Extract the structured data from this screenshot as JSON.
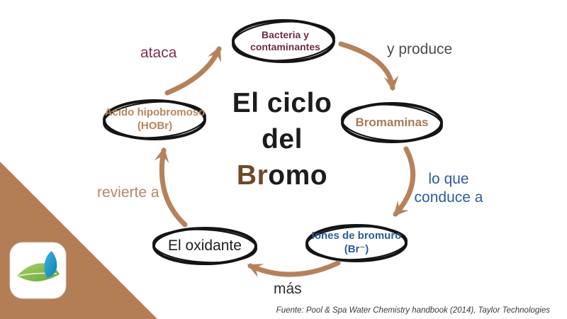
{
  "title": {
    "line1": "El ciclo",
    "line2": "del",
    "line3_accent": "Br",
    "line3_rest": "omo"
  },
  "nodes": {
    "bacteria": {
      "line1": "Bacteria y",
      "line2": "contaminantes",
      "color": "#6d2e4a"
    },
    "bromaminas": {
      "line1": "Bromaminas",
      "color": "#a87b58"
    },
    "iones": {
      "line1": "Iones de bromuro",
      "line2": "(Br⁻)",
      "color": "#2b5d9d"
    },
    "oxidante": {
      "line1": "El oxidante",
      "color": "#1f1f1f"
    },
    "acido": {
      "line1": "Acido hipobromoso",
      "line2": "(HOBr)",
      "color": "#b5875f"
    }
  },
  "edges": {
    "ataca": {
      "label": "ataca",
      "color": "#7c3352",
      "from": "acido",
      "to": "bacteria"
    },
    "y_produce": {
      "label": "y produce",
      "color": "#4d4d4d",
      "from": "bacteria",
      "to": "bromaminas"
    },
    "lo_que": {
      "line1": "lo que",
      "line2": "conduce a",
      "color": "#2b5d9d",
      "from": "bromaminas",
      "to": "iones"
    },
    "mas": {
      "label": "más",
      "color": "#2e2e2e",
      "from": "iones",
      "to": "oxidante"
    },
    "revierte": {
      "label": "revierte a",
      "color": "#b3876e",
      "from": "oxidante",
      "to": "acido"
    }
  },
  "footer": {
    "source": "Fuente: Pool & Spa Water Chemistry handbook (2014), Taylor Technologies"
  },
  "colors": {
    "arrow": "#b5825c",
    "corner_triangle": "#b37e55",
    "ellipse_stroke": "#141414",
    "title_accent": "#6d4a26",
    "logo_leaf_green": "#7ab648",
    "logo_leaf_blue": "#1d8fc1",
    "background": "#ffffff"
  }
}
